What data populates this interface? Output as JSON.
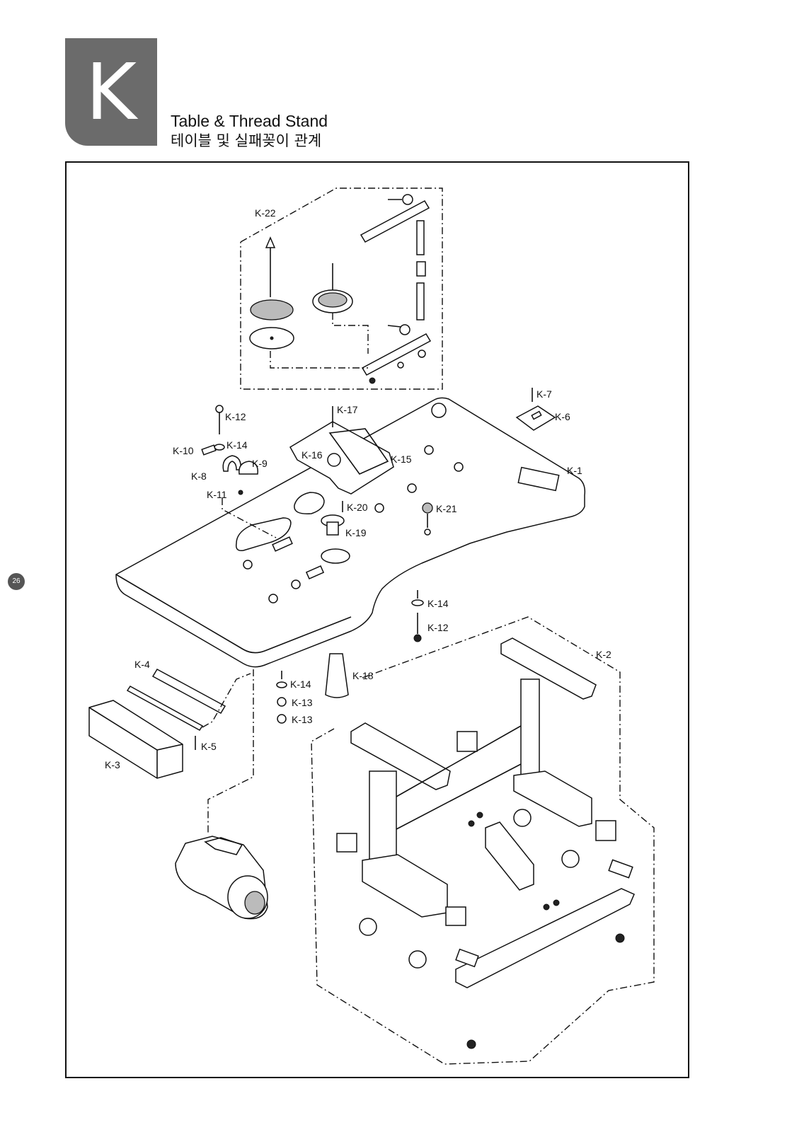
{
  "section": {
    "letter": "K",
    "title_en": "Table & Thread Stand",
    "title_ko": "테이블 및 실패꽂이 관계"
  },
  "page_number": "26",
  "labels": {
    "k1": "K-1",
    "k2": "K-2",
    "k3": "K-3",
    "k4": "K-4",
    "k5": "K-5",
    "k6": "K-6",
    "k7": "K-7",
    "k8": "K-8",
    "k9": "K-9",
    "k10": "K-10",
    "k11": "K-11",
    "k12": "K-12",
    "k13": "K-13",
    "k14": "K-14",
    "k15": "K-15",
    "k16": "K-16",
    "k17": "K-17",
    "k18": "K-18",
    "k19": "K-19",
    "k20": "K-20",
    "k21": "K-21",
    "k22": "K-22"
  }
}
